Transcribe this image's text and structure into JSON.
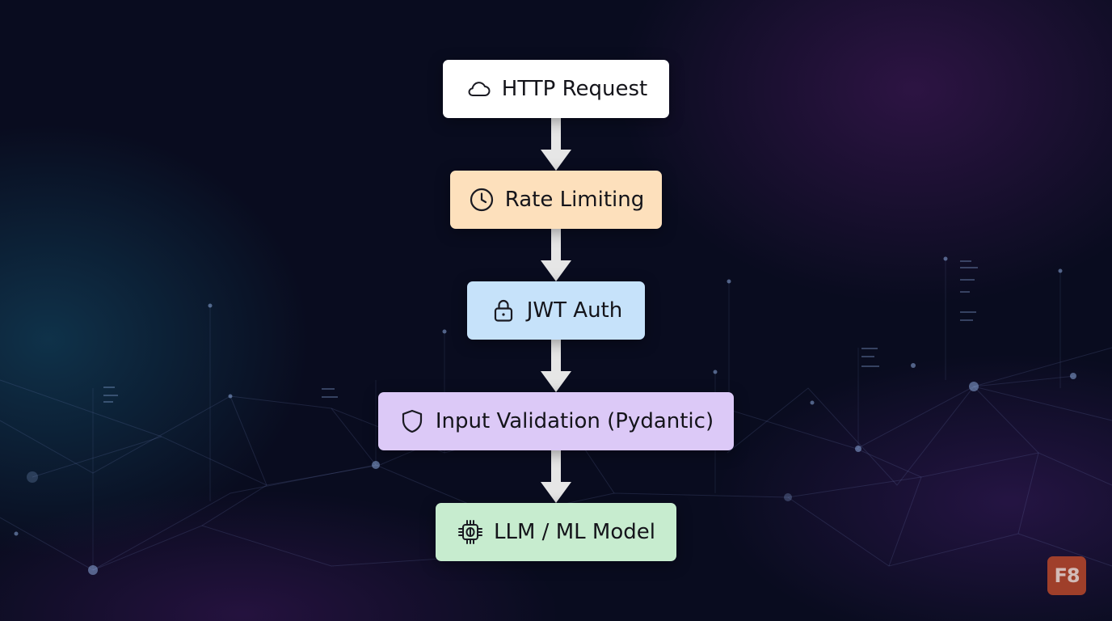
{
  "diagram": {
    "nodes": [
      {
        "id": "http",
        "label": "HTTP Request",
        "icon": "cloud-icon",
        "color": "#ffffff"
      },
      {
        "id": "rate",
        "label": "Rate Limiting",
        "icon": "clock-icon",
        "color": "#fde0bc"
      },
      {
        "id": "jwt",
        "label": "JWT Auth",
        "icon": "lock-icon",
        "color": "#c6e2fa"
      },
      {
        "id": "input",
        "label": "Input Validation (Pydantic)",
        "icon": "shield-icon",
        "color": "#dcc9f7"
      },
      {
        "id": "llm",
        "label": "LLM / ML Model",
        "icon": "chip-icon",
        "color": "#c7eccf"
      }
    ],
    "edges": [
      {
        "from": "http",
        "to": "rate"
      },
      {
        "from": "rate",
        "to": "jwt"
      },
      {
        "from": "jwt",
        "to": "input"
      },
      {
        "from": "input",
        "to": "llm"
      }
    ],
    "arrow_color": "#e6e6e6"
  },
  "badge": {
    "text": "F8",
    "icon": "logo-badge"
  }
}
